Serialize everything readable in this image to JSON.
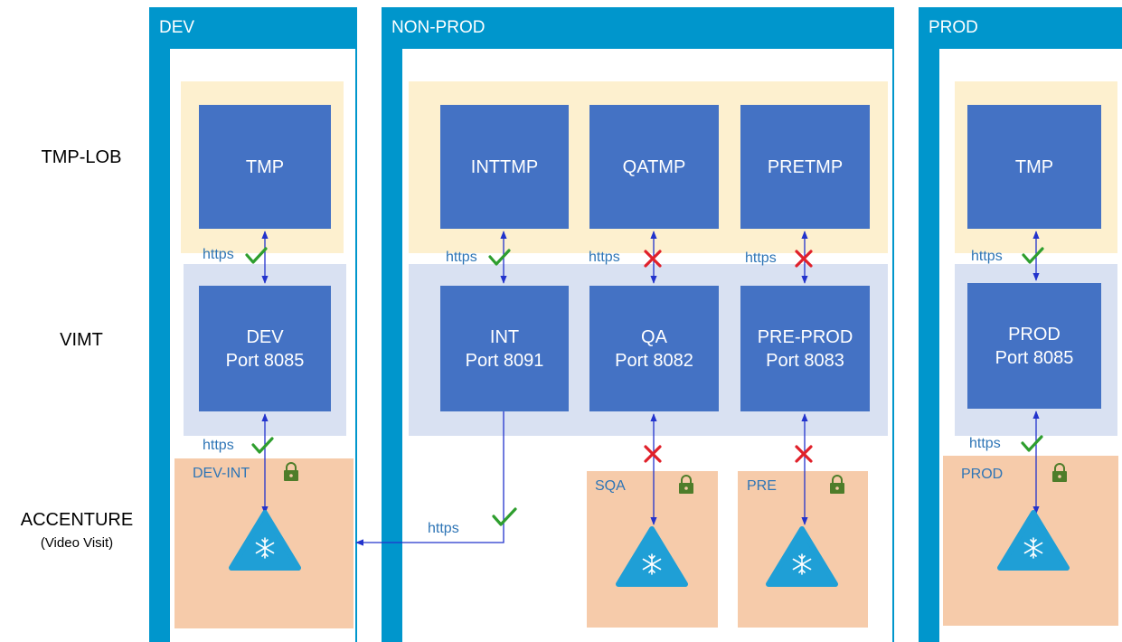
{
  "environments": {
    "dev": "DEV",
    "nonprod": "NON-PROD",
    "prod": "PROD"
  },
  "rows": {
    "tmp_lob": "TMP-LOB",
    "vimt": "VIMT",
    "accenture": "ACCENTURE",
    "accenture_sub": "(Video Visit)"
  },
  "tmp_boxes": {
    "dev": "TMP",
    "int": "INTTMP",
    "qa": "QATMP",
    "pre": "PRETMP",
    "prod": "TMP"
  },
  "vimt_boxes": {
    "dev": {
      "name": "DEV",
      "port": "Port 8085"
    },
    "int": {
      "name": "INT",
      "port": "Port 8091"
    },
    "qa": {
      "name": "QA",
      "port": "Port 8082"
    },
    "pre": {
      "name": "PRE-PROD",
      "port": "Port 8083"
    },
    "prod": {
      "name": "PROD",
      "port": "Port 8085"
    }
  },
  "regions": {
    "dev_int": "DEV-INT",
    "sqa": "SQA",
    "pre": "PRE",
    "prod": "PROD"
  },
  "protocol_label": "https",
  "colors": {
    "env_border": "#0096cc",
    "box": "#4472c4",
    "tmp_band": "#fdf0cf",
    "vimt_band": "#d9e1f2",
    "accenture_band": "#f6cbaa",
    "arrow": "#2233cc",
    "check": "#2e9e2e",
    "cross": "#e0202a",
    "lock": "#4e7d2a",
    "logo": "#1f9fd6"
  },
  "icons": [
    "check-icon",
    "cross-icon",
    "lock-icon",
    "snowflake-logo-icon"
  ]
}
